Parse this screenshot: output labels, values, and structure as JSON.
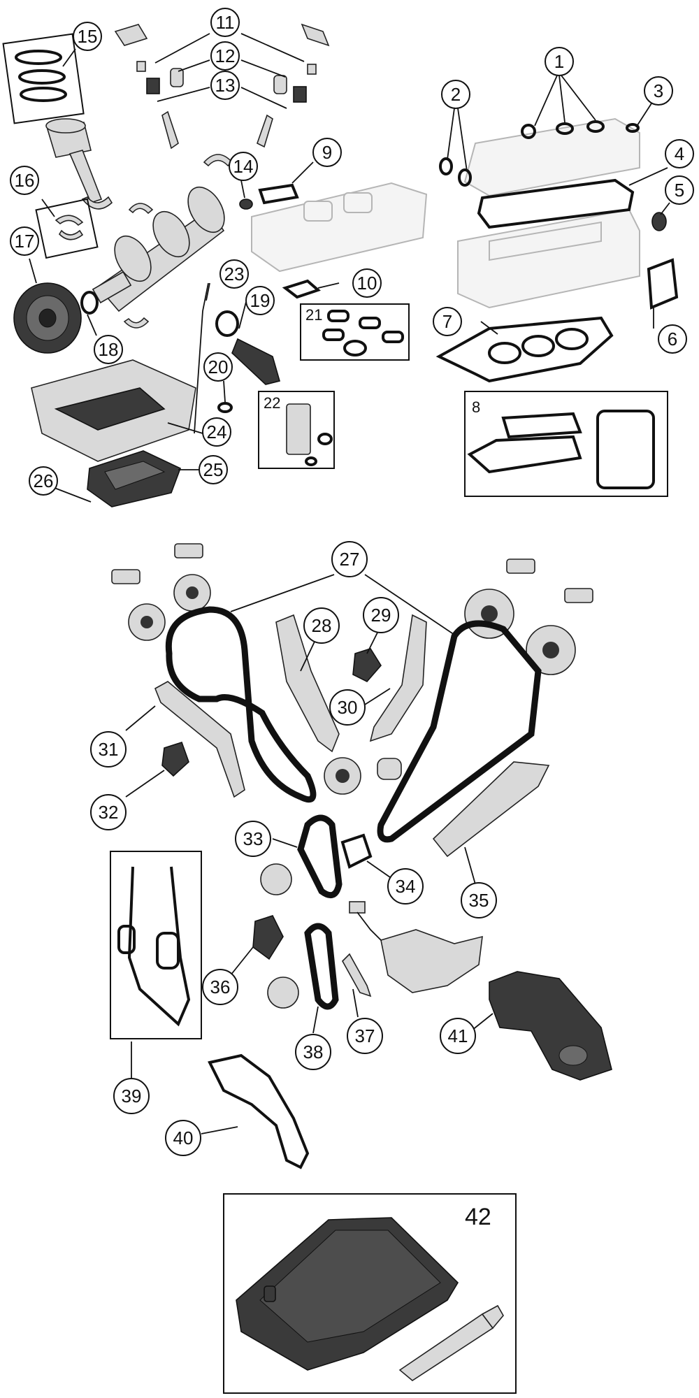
{
  "callouts": [
    "1",
    "2",
    "3",
    "4",
    "5",
    "6",
    "7",
    "8",
    "9",
    "10",
    "11",
    "12",
    "13",
    "14",
    "15",
    "16",
    "17",
    "18",
    "19",
    "20",
    "21",
    "22",
    "23",
    "24",
    "25",
    "26",
    "27",
    "28",
    "29",
    "30",
    "31",
    "32",
    "33",
    "34",
    "35",
    "36",
    "37",
    "38",
    "39",
    "40",
    "41",
    "42"
  ],
  "kit_labels": {
    "k8": "8",
    "k21": "21",
    "k22": "22",
    "k42": "42"
  },
  "colors": {
    "line": "#111111",
    "ghost": "#b5b5b5",
    "part": "#3a3a3a",
    "background": "#ffffff"
  }
}
